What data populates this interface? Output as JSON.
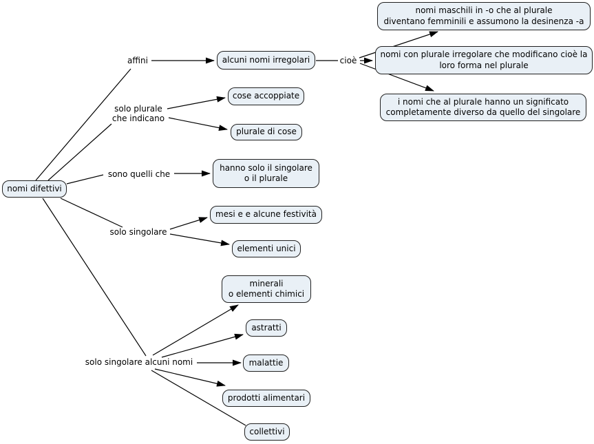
{
  "diagram": {
    "type": "concept-map",
    "topic": "nomi difettivi",
    "colors": {
      "background": "#ffffff",
      "node_fill": "#e9f0f6",
      "node_border": "#1f1f1f",
      "line": "#000000"
    }
  },
  "nodes": {
    "nomi_difettivi": {
      "text": "nomi difettivi"
    },
    "alcuni_nomi_irregolari": {
      "text": "alcuni nomi irregolari"
    },
    "nomi_maschili": {
      "text": "nomi maschili in -o che al plurale\ndiventano femminili e assumono la desinenza -a"
    },
    "nomi_plurale_irregolare": {
      "text": "nomi con plurale irregolare che modificano cioè la\nloro forma nel plurale"
    },
    "nomi_significato_diverso": {
      "text": "i nomi che al plurale hanno un significato\ncompletamente diverso da quello del singolare"
    },
    "cose_accoppiate": {
      "text": "cose accoppiate"
    },
    "plurale_di_cose": {
      "text": "plurale di cose"
    },
    "hanno_solo": {
      "text": "hanno solo il singolare\no il plurale"
    },
    "mesi_festivita": {
      "text": "mesi e e alcune festività"
    },
    "elementi_unici": {
      "text": "elementi unici"
    },
    "minerali": {
      "text": "minerali\no elementi chimici"
    },
    "astratti": {
      "text": "astratti"
    },
    "malattie": {
      "text": "malattie"
    },
    "prodotti_alimentari": {
      "text": "prodotti alimentari"
    },
    "collettivi": {
      "text": "collettivi"
    }
  },
  "labels": {
    "affini": {
      "text": "affini"
    },
    "solo_plurale_che_indicano": {
      "text": "solo plurale\nche indicano"
    },
    "sono_quelli_che": {
      "text": "sono quelli che"
    },
    "solo_singolare": {
      "text": "solo singolare"
    },
    "solo_singolare_alcuni_nomi": {
      "text": "solo singolare alcuni nomi"
    },
    "cioe": {
      "text": "cioè"
    }
  },
  "edges": [
    {
      "from": "nomi difettivi",
      "label": "affini",
      "to": "alcuni nomi irregolari",
      "arrowhead": true
    },
    {
      "from": "alcuni nomi irregolari",
      "label": "cioè",
      "to": "nomi maschili in -o che al plurale diventano femminili e assumono la desinenza -a",
      "arrowhead": true
    },
    {
      "from": "alcuni nomi irregolari",
      "label": "cioè",
      "to": "nomi con plurale irregolare che modificano cioè la loro forma nel plurale",
      "arrowhead": true
    },
    {
      "from": "alcuni nomi irregolari",
      "label": "cioè",
      "to": "i nomi che al plurale hanno un significato completamente diverso da quello del singolare",
      "arrowhead": true
    },
    {
      "from": "nomi difettivi",
      "label": "solo plurale che indicano",
      "to": "cose accoppiate",
      "arrowhead": true
    },
    {
      "from": "nomi difettivi",
      "label": "solo plurale che indicano",
      "to": "plurale di cose",
      "arrowhead": true
    },
    {
      "from": "nomi difettivi",
      "label": "sono quelli che",
      "to": "hanno solo il singolare o il plurale",
      "arrowhead": true
    },
    {
      "from": "nomi difettivi",
      "label": "solo singolare",
      "to": "mesi e e alcune festività",
      "arrowhead": true
    },
    {
      "from": "nomi difettivi",
      "label": "solo singolare",
      "to": "elementi unici",
      "arrowhead": true
    },
    {
      "from": "nomi difettivi",
      "label": "solo singolare alcuni nomi",
      "to": "minerali o elementi chimici",
      "arrowhead": true
    },
    {
      "from": "nomi difettivi",
      "label": "solo singolare alcuni nomi",
      "to": "astratti",
      "arrowhead": true
    },
    {
      "from": "nomi difettivi",
      "label": "solo singolare alcuni nomi",
      "to": "malattie",
      "arrowhead": true
    },
    {
      "from": "nomi difettivi",
      "label": "solo singolare alcuni nomi",
      "to": "prodotti alimentari",
      "arrowhead": true
    },
    {
      "from": "nomi difettivi",
      "label": "solo singolare alcuni nomi",
      "to": "collettivi",
      "arrowhead": false
    }
  ]
}
